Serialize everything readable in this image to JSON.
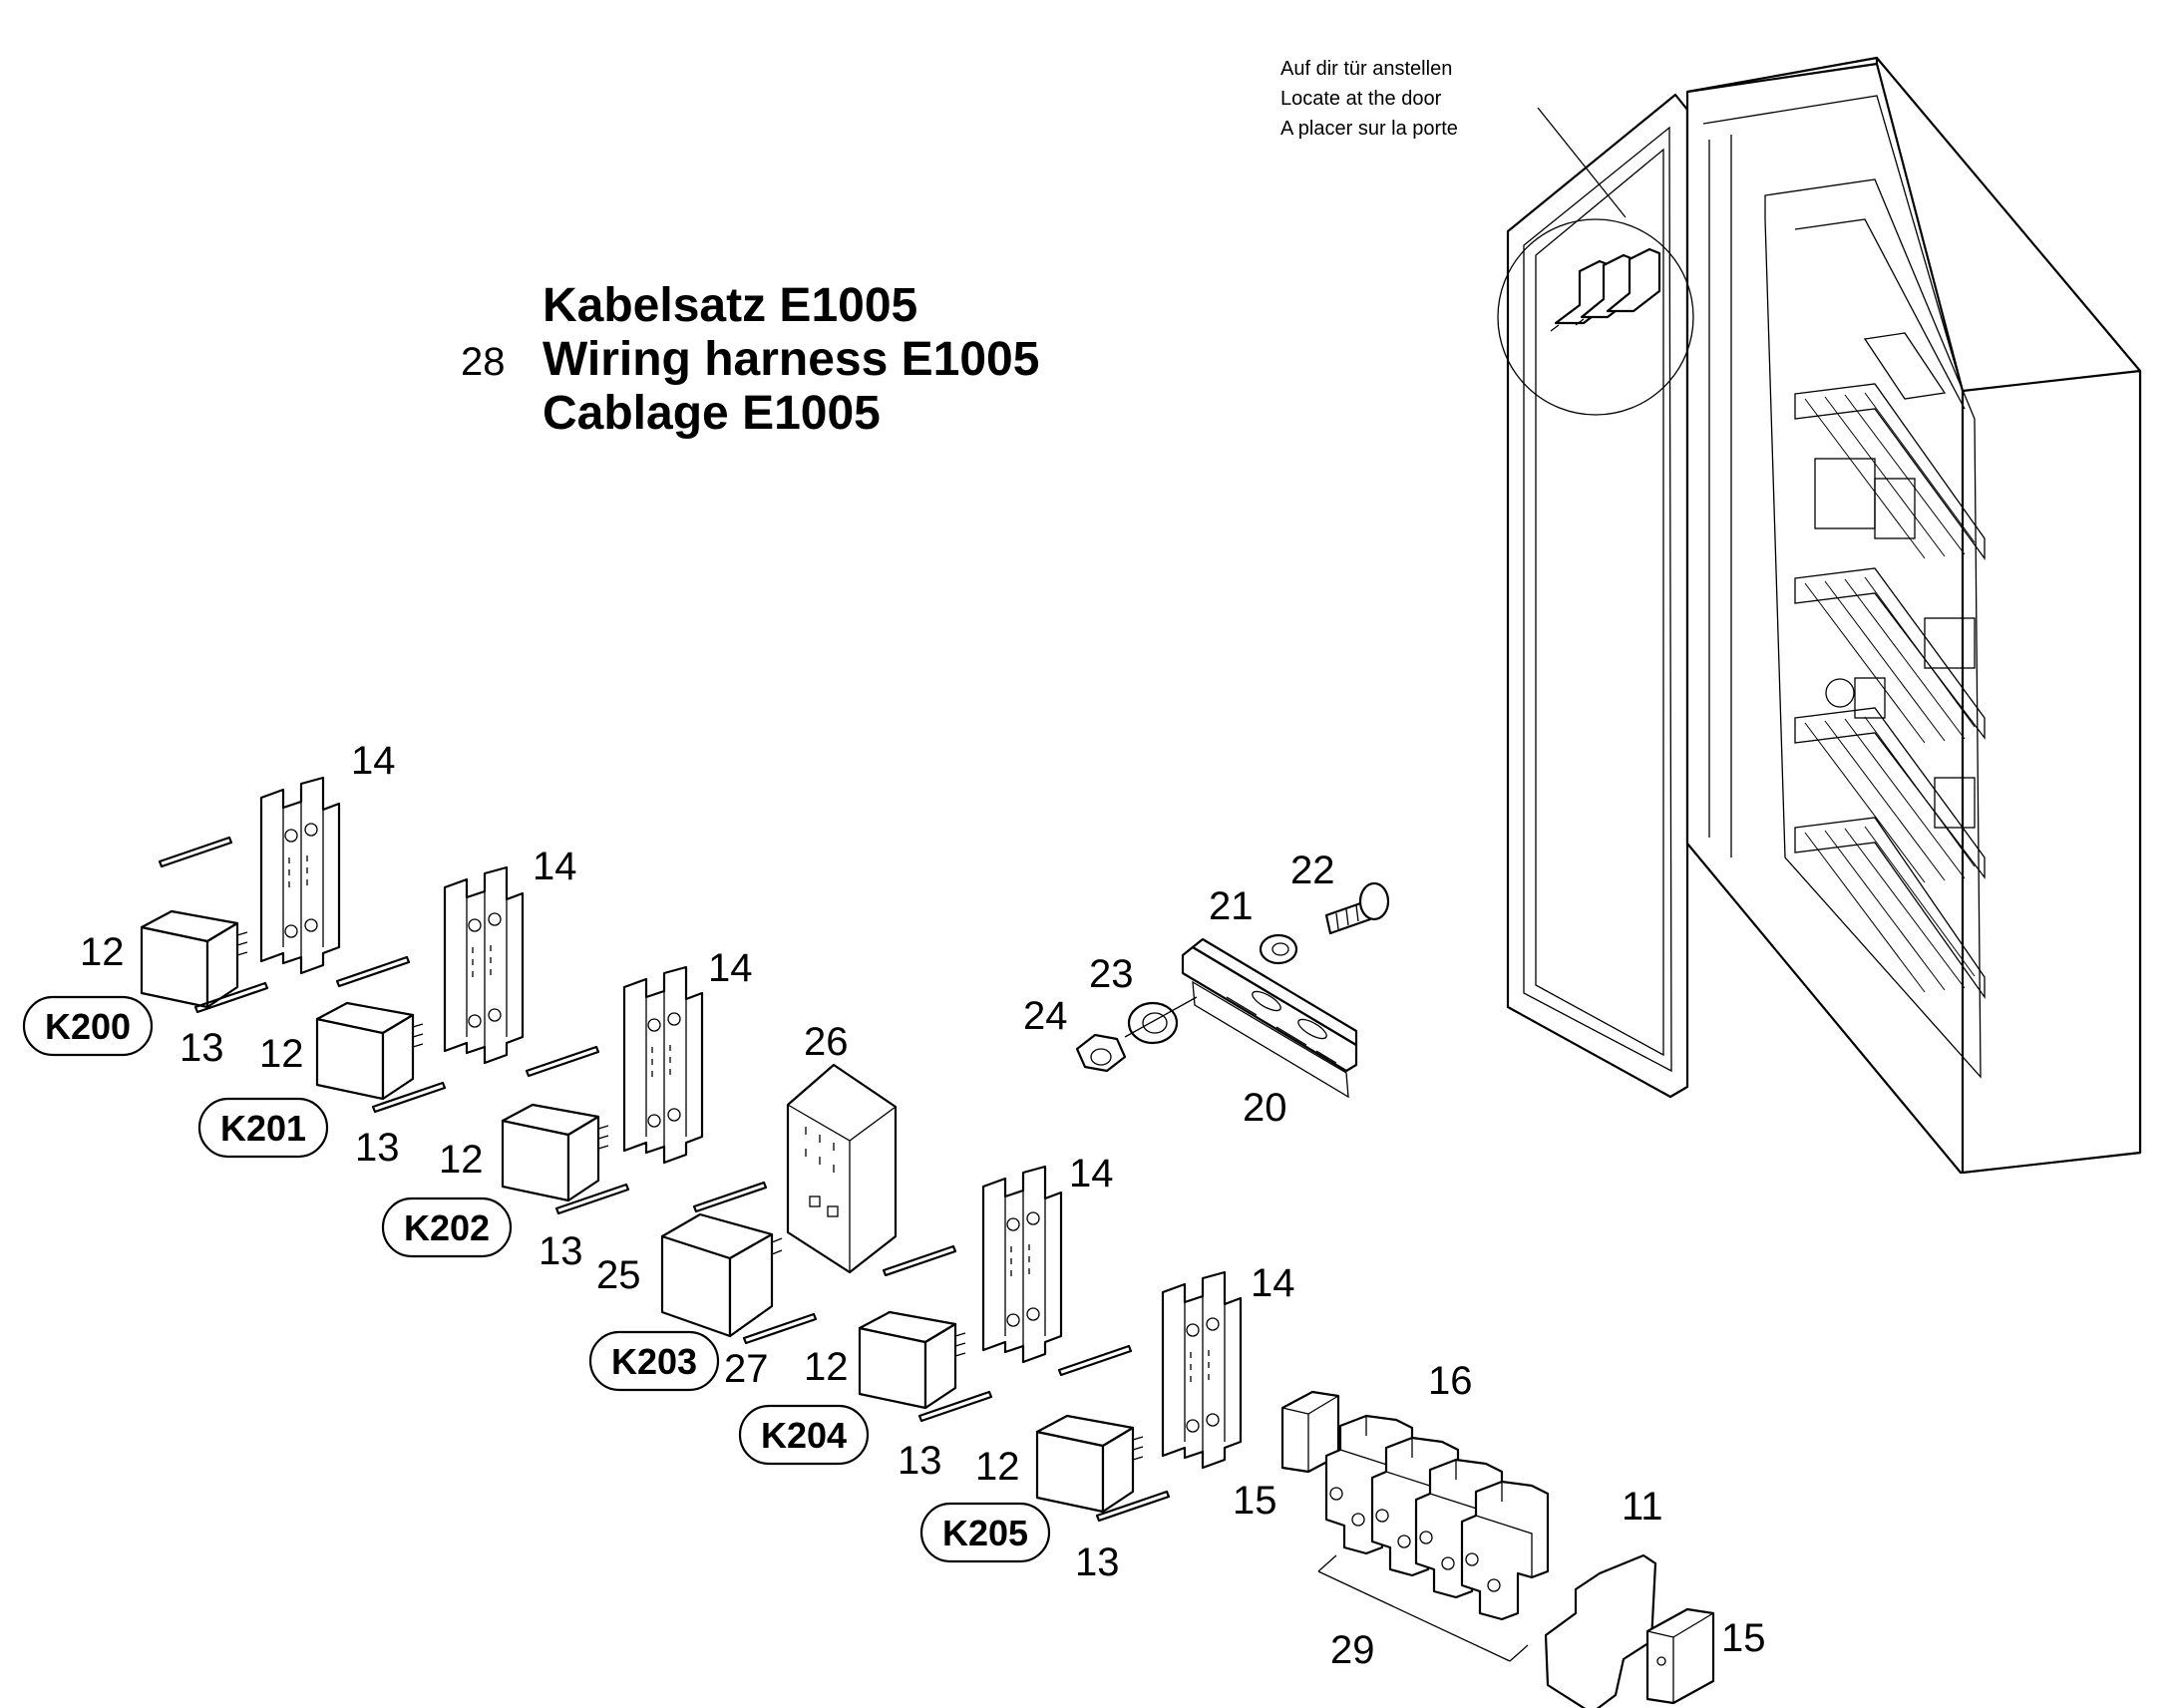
{
  "title": {
    "number": "28",
    "lines": [
      "Kabelsatz E1005",
      "Wiring harness E1005",
      "Cablage E1005"
    ]
  },
  "door_note": [
    "Auf dir tür anstellen",
    "Locate at the door",
    "A placer sur la porte"
  ],
  "relay_labels": [
    "K200",
    "K201",
    "K202",
    "K203",
    "K204",
    "K205"
  ],
  "callouts": {
    "c11": "11",
    "c12": "12",
    "c13": "13",
    "c14": "14",
    "c15": "15",
    "c16": "16",
    "c20": "20",
    "c21": "21",
    "c22": "22",
    "c23": "23",
    "c24": "24",
    "c25": "25",
    "c26": "26",
    "c27": "27",
    "c29": "29"
  }
}
